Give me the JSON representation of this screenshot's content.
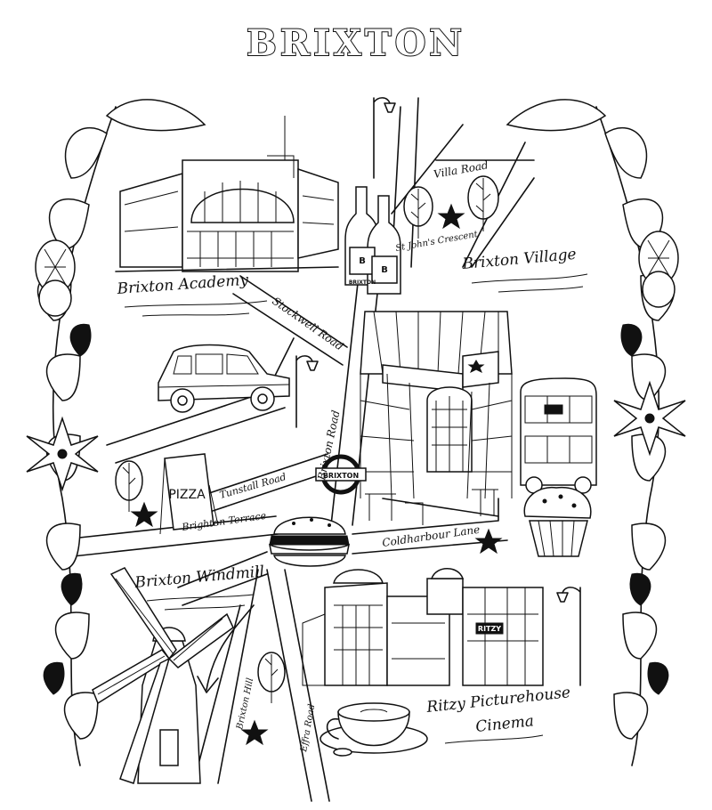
{
  "map": {
    "title": "BRIXTON",
    "streets": {
      "villa_road": "Villa Road",
      "st_johns_crescent": "St John's Crescent",
      "stockwell_road": "Stockwell Road",
      "brixton_road": "Brixton Road",
      "tunstall_road": "Tunstall Road",
      "brighton_terrace": "Brighton Terrace",
      "coldharbour_lane": "Coldharbour Lane",
      "brixton_hill": "Brixton Hill",
      "effra_road": "Effra Road"
    },
    "landmarks": {
      "academy": "Brixton Academy",
      "village": "Brixton Village",
      "windmill": "Brixton Windmill",
      "ritzy_line1": "Ritzy Picturehouse",
      "ritzy_line2": "Cinema"
    },
    "signs": {
      "pizza": "PIZZA",
      "roundel": "BRIXTON",
      "bottle_letter": "B",
      "bottle_brand": "BRIXTON",
      "ritzy_sign": "RITZY"
    }
  }
}
